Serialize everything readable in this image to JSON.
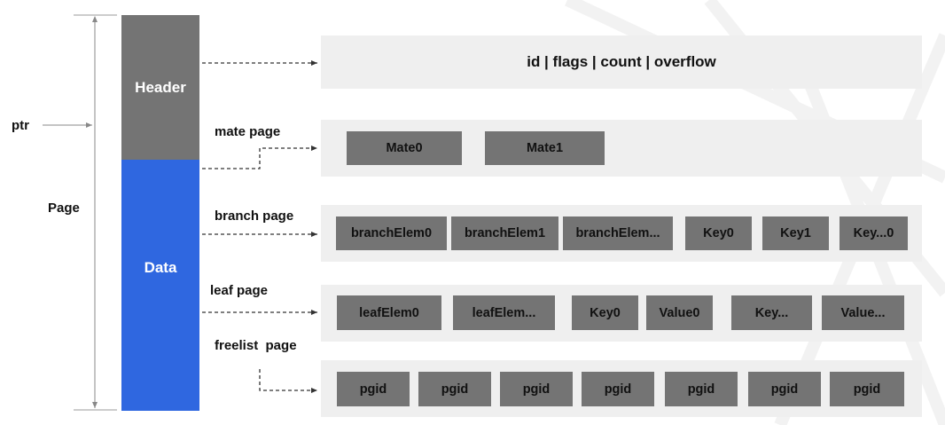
{
  "side": {
    "ptr_label": "ptr",
    "page_label": "Page"
  },
  "column": {
    "header_label": "Header",
    "data_label": "Data"
  },
  "colors": {
    "header": "#747474",
    "data": "#2f67e0",
    "panel": "#efefef",
    "cell": "#747474"
  },
  "rows": [
    {
      "label": "",
      "title": "id | flags | count | overflow",
      "cells": []
    },
    {
      "label": "mate page",
      "cells": [
        "Mate0",
        "Mate1"
      ]
    },
    {
      "label": "branch page",
      "cells": [
        "branchElem0",
        "branchElem1",
        "branchElem...",
        "Key0",
        "Key1",
        "Key...0"
      ]
    },
    {
      "label": "leaf page",
      "cells": [
        "leafElem0",
        "leafElem...",
        "Key0",
        "Value0",
        "Key...",
        "Value..."
      ]
    },
    {
      "label": "freelist  page",
      "cells": [
        "pgid",
        "pgid",
        "pgid",
        "pgid",
        "pgid",
        "pgid",
        "pgid"
      ]
    }
  ]
}
